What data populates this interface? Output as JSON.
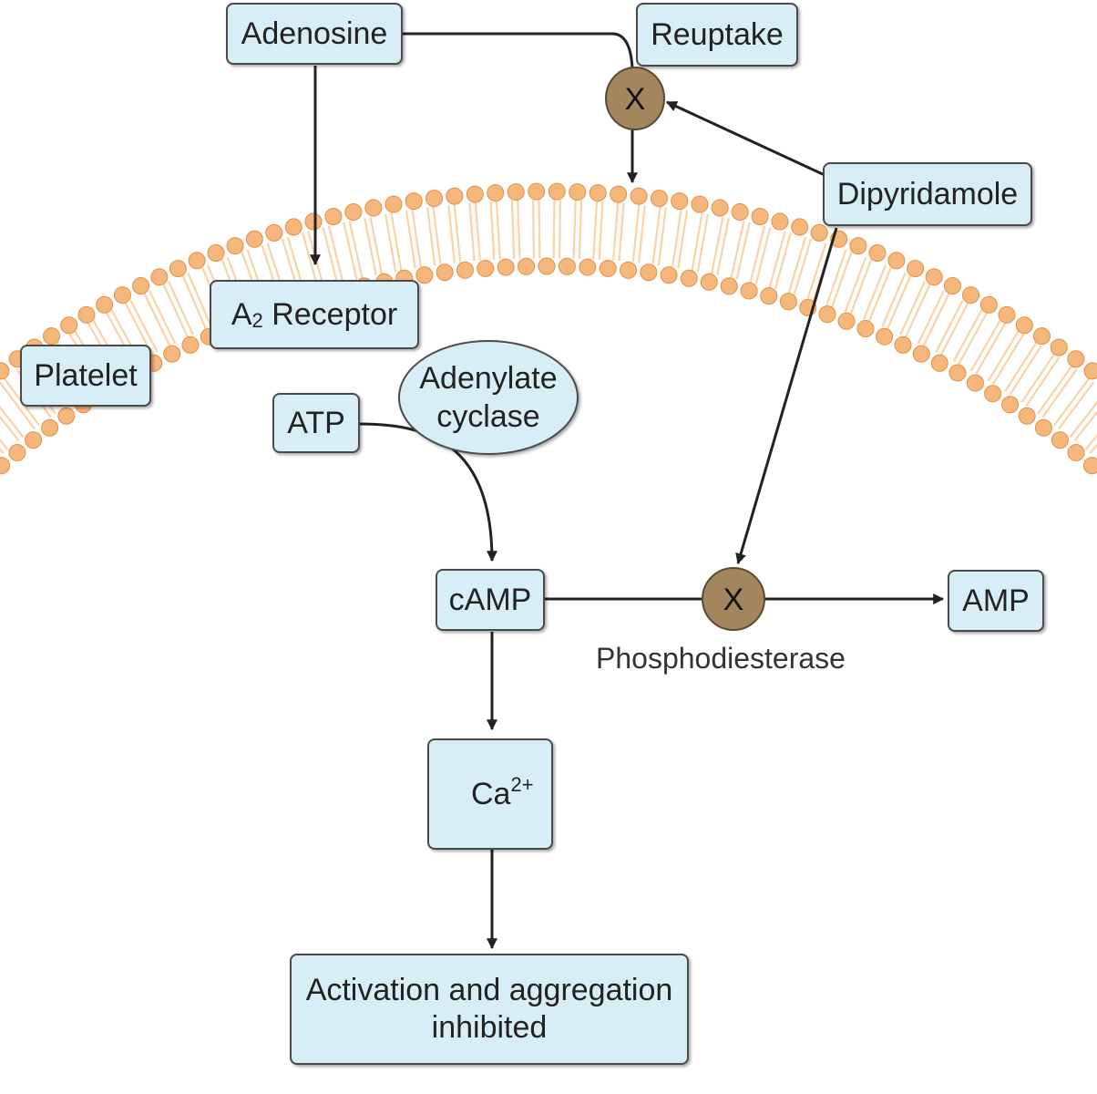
{
  "nodes": {
    "adenosine": "Adenosine",
    "reuptake": "Reuptake",
    "dipyridamole": "Dipyridamole",
    "a2_receptor": {
      "base": "A",
      "sub": "2",
      "rest": " Receptor"
    },
    "platelet": "Platelet",
    "adenylate_cyclase": {
      "line1": "Adenylate",
      "line2": "cyclase"
    },
    "atp": "ATP",
    "camp": "cAMP",
    "amp": "AMP",
    "phosphodiesterase": "Phosphodiesterase",
    "calcium": {
      "base": "Ca",
      "sup": "2+"
    },
    "outcome": {
      "line1": "Activation and aggregation",
      "line2": "inhibited"
    }
  },
  "block_markers": [
    {
      "id": "reuptake-block",
      "label": "X"
    },
    {
      "id": "phosphodiesterase-block",
      "label": "X"
    }
  ],
  "colors": {
    "node_fill": "#d8eef7",
    "membrane_head": "#f6b77c",
    "membrane_tail": "#f9d3a6",
    "block_marker_fill": "#a3865e",
    "arrow": "#222222"
  }
}
